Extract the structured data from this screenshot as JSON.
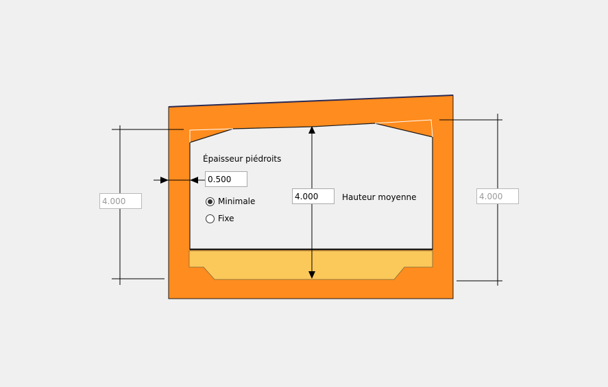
{
  "colors": {
    "background": "#f0f0f0",
    "walls": "#ff8c1e",
    "floor_fill": "#fbc85a",
    "outline": "#1a1a1a",
    "dimension_line": "#000000"
  },
  "left_height": {
    "value": "4.000"
  },
  "right_height": {
    "value": "4.000"
  },
  "wall_thickness": {
    "label": "Épaisseur piédroits",
    "value": "0.500",
    "options": [
      {
        "label": "Minimale",
        "selected": true
      },
      {
        "label": "Fixe",
        "selected": false
      }
    ]
  },
  "mean_height": {
    "label": "Hauteur moyenne",
    "value": "4.000"
  }
}
